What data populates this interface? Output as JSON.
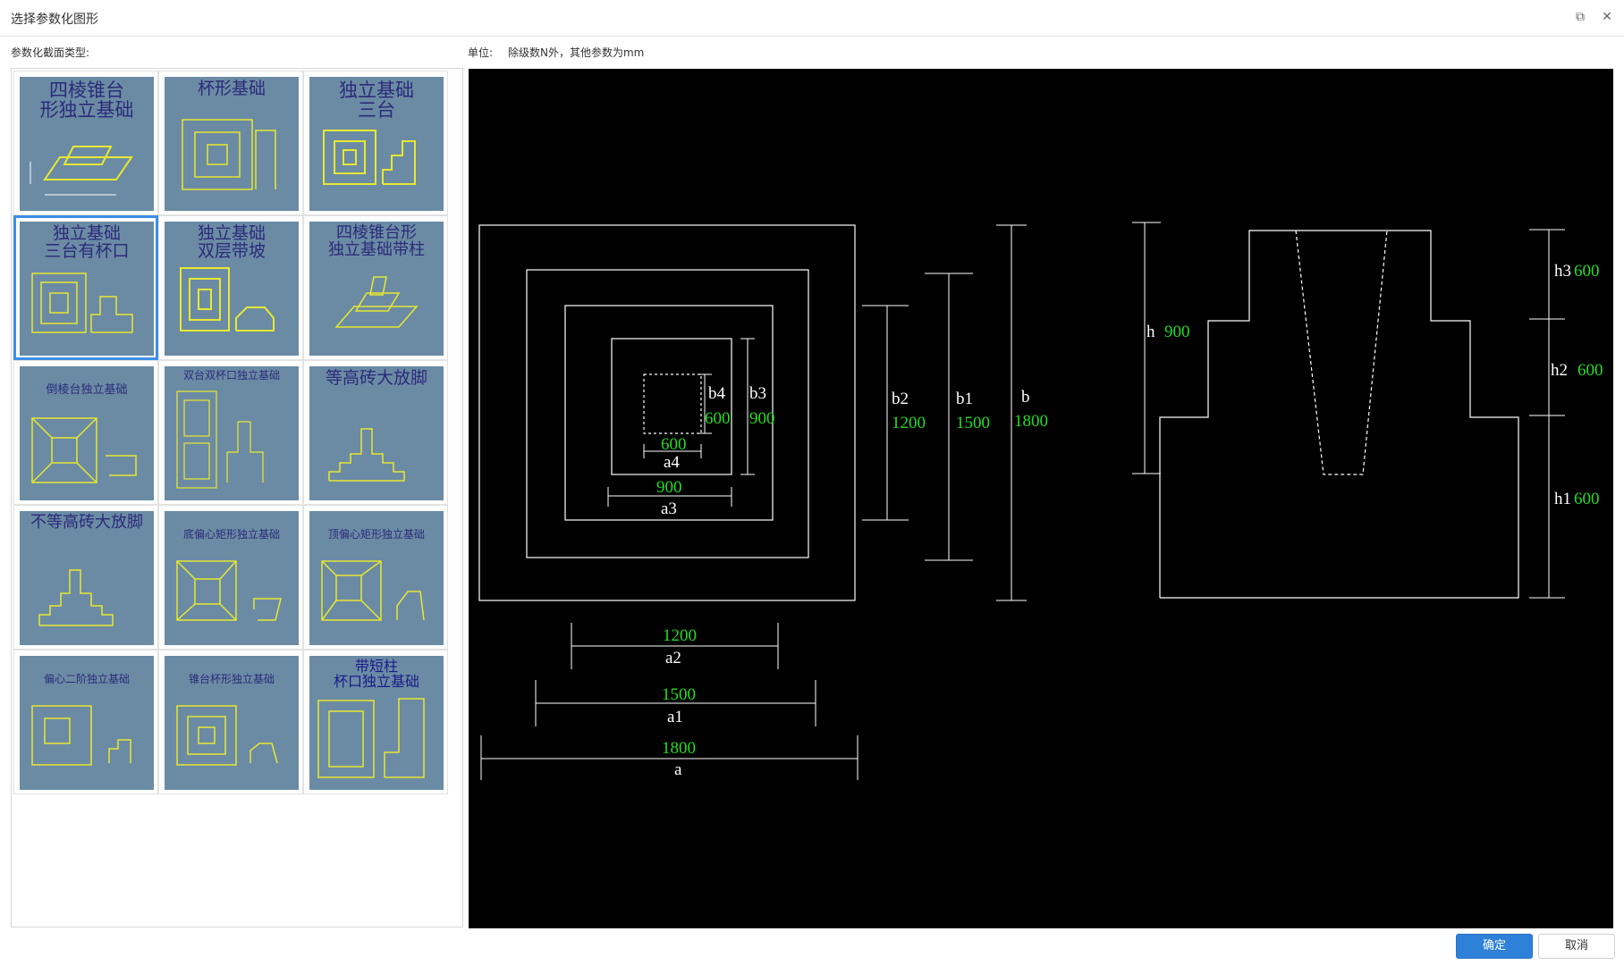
{
  "window": {
    "title": "选择参数化图形",
    "restore_glyph": "⧉",
    "close_glyph": "✕"
  },
  "labels": {
    "section_type": "参数化截面类型:",
    "unit_prefix": "单位:",
    "unit_desc": "除级数N外，其他参数为mm"
  },
  "thumbnails": [
    {
      "title": "四棱锥台\n形独立基础",
      "selected": false
    },
    {
      "title": "杯形基础",
      "selected": false
    },
    {
      "title": "独立基础\n三台",
      "selected": false
    },
    {
      "title": "独立基础\n三台有杯口",
      "selected": true
    },
    {
      "title": "独立基础\n双层带坡",
      "selected": false
    },
    {
      "title": "四棱锥台形\n独立基础带柱",
      "selected": false
    },
    {
      "title": "倒棱台独立基础",
      "selected": false
    },
    {
      "title": "双台双杯口独立基础",
      "selected": false
    },
    {
      "title": "等高砖大放脚",
      "selected": false
    },
    {
      "title": "不等高砖大放脚",
      "selected": false
    },
    {
      "title": "底偏心矩形独立基础",
      "selected": false
    },
    {
      "title": "顶偏心矩形独立基础",
      "selected": false
    },
    {
      "title": "偏心二阶独立基础",
      "selected": false
    },
    {
      "title": "锥台杯形独立基础",
      "selected": false
    },
    {
      "title": "带短柱\n杯口独立基础",
      "selected": false
    }
  ],
  "preview": {
    "colors": {
      "background": "#000000",
      "line": "#ffffff",
      "value": "#22dd22"
    },
    "plan_dims": {
      "b4": {
        "name": "b4",
        "value": "600"
      },
      "b3": {
        "name": "b3",
        "value": "900"
      },
      "b2": {
        "name": "b2",
        "value": "1200"
      },
      "b1": {
        "name": "b1",
        "value": "1500"
      },
      "b": {
        "name": "b",
        "value": "1800"
      },
      "a4": {
        "name": "a4",
        "value": "600"
      },
      "a3": {
        "name": "a3",
        "value": "900"
      },
      "a2": {
        "name": "a2",
        "value": "1200"
      },
      "a1": {
        "name": "a1",
        "value": "1500"
      },
      "a": {
        "name": "a",
        "value": "1800"
      }
    },
    "elev_dims": {
      "h": {
        "name": "h",
        "value": "900"
      },
      "h3": {
        "name": "h3",
        "value": "600"
      },
      "h2": {
        "name": "h2",
        "value": "600"
      },
      "h1": {
        "name": "h1",
        "value": "600"
      }
    }
  },
  "buttons": {
    "ok": "确定",
    "cancel": "取消"
  }
}
